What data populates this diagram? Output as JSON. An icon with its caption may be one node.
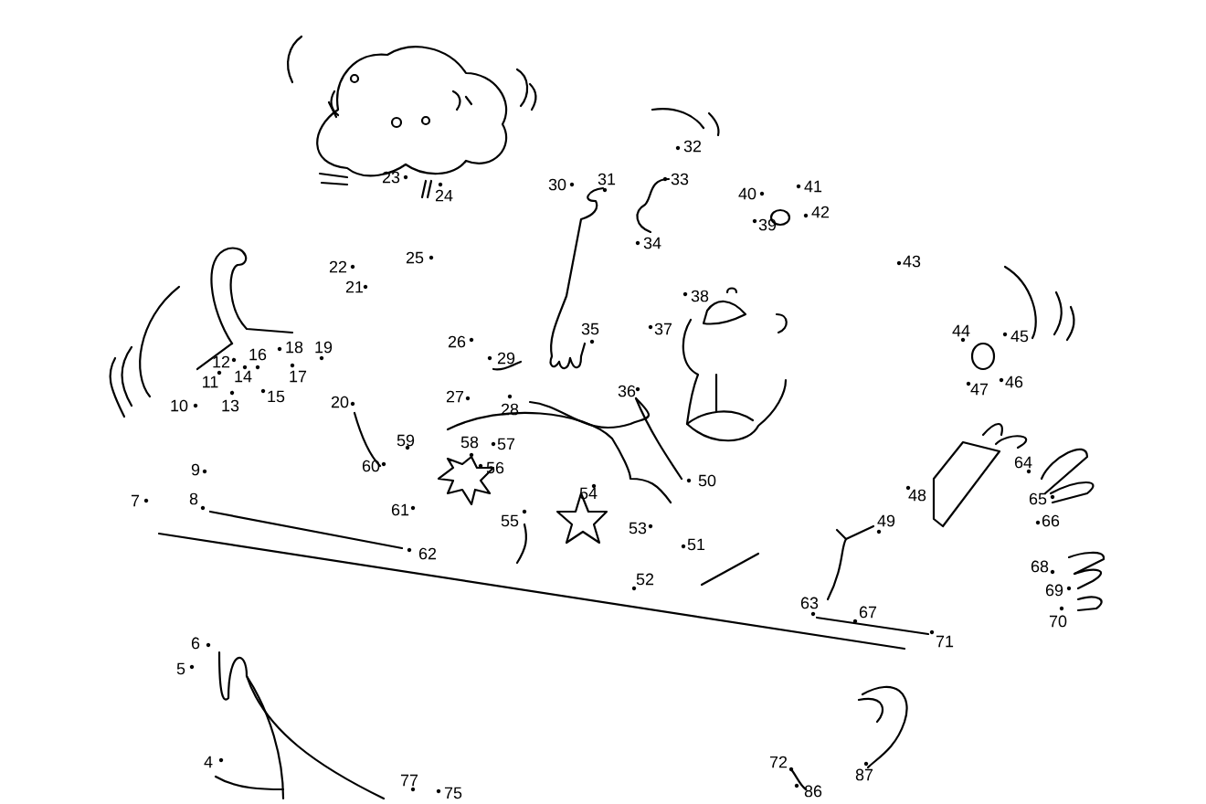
{
  "diagram": {
    "labels": [
      "4",
      "5",
      "6",
      "7",
      "8",
      "9",
      "10",
      "11",
      "12",
      "13",
      "14",
      "15",
      "16",
      "17",
      "18",
      "19",
      "20",
      "21",
      "22",
      "23",
      "24",
      "25",
      "26",
      "27",
      "28",
      "29",
      "30",
      "31",
      "32",
      "33",
      "34",
      "35",
      "36",
      "37",
      "38",
      "39",
      "40",
      "41",
      "42",
      "43",
      "44",
      "45",
      "46",
      "47",
      "48",
      "49",
      "50",
      "51",
      "52",
      "53",
      "54",
      "55",
      "56",
      "57",
      "58",
      "59",
      "60",
      "61",
      "62",
      "63",
      "64",
      "65",
      "66",
      "67",
      "68",
      "69",
      "70",
      "71",
      "72",
      "75",
      "77",
      "86",
      "87"
    ]
  }
}
